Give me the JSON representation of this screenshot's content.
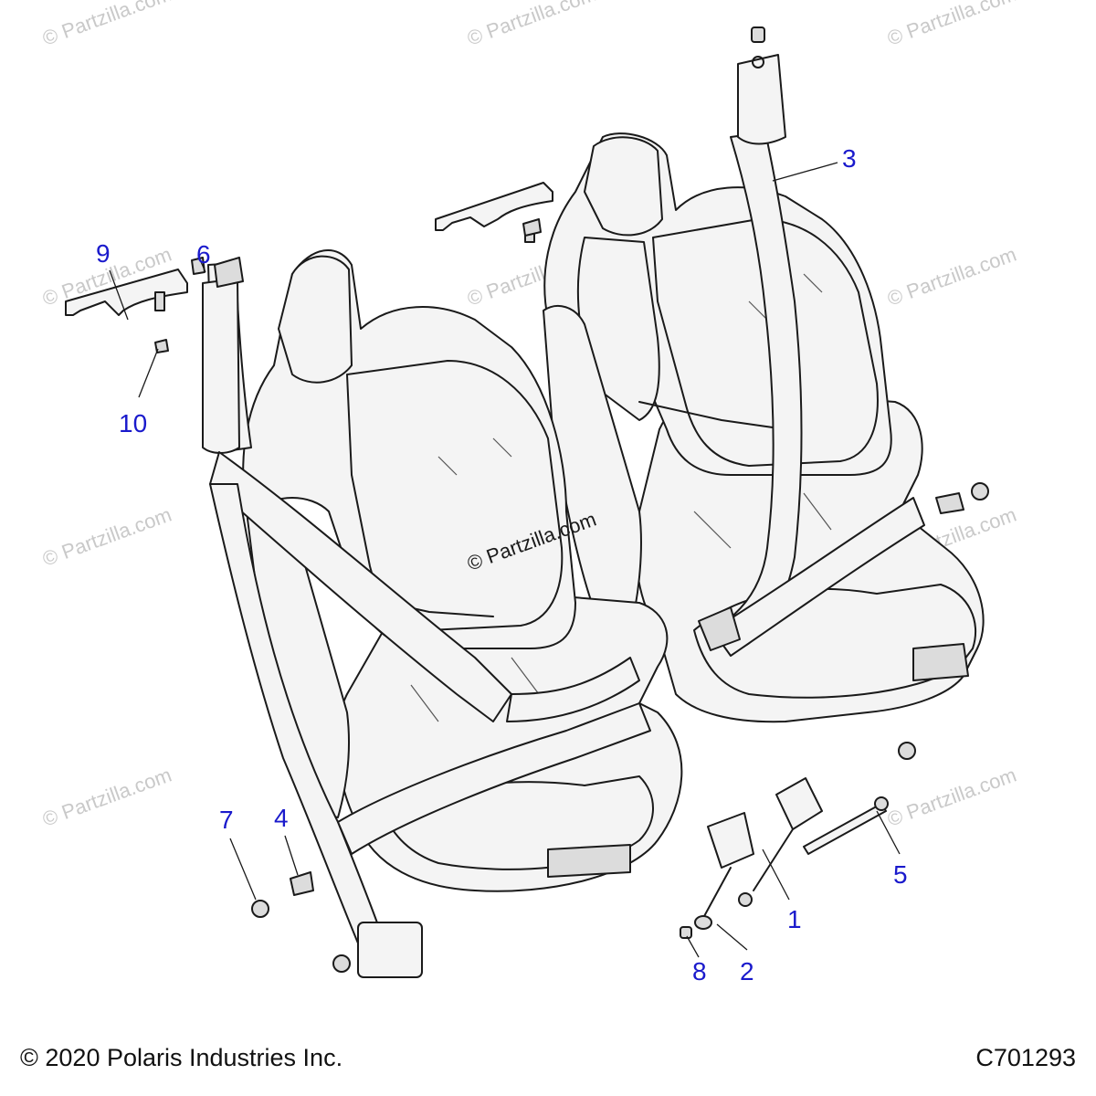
{
  "watermark": "© Partzilla.com",
  "center_watermark": "© Partzilla.com",
  "callouts": [
    "1",
    "2",
    "3",
    "4",
    "5",
    "6",
    "7",
    "8",
    "9",
    "10"
  ],
  "footer": {
    "copyright": "© 2020 Polaris Industries Inc.",
    "diagram_code": "C701293"
  }
}
